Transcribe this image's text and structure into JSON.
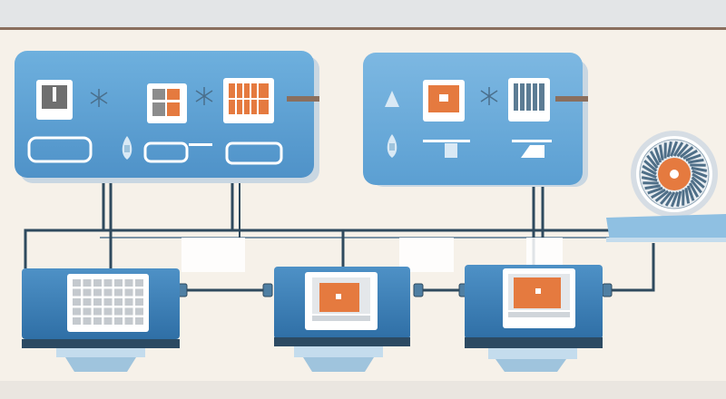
{
  "palette": {
    "background": "#f6f1e9",
    "top_band": "#e3e5e7",
    "rule": "#8a6f5e",
    "panel_blue": "#5b9fd2",
    "panel_light": "#a9cde8",
    "screen_blue": "#3e7fb7",
    "accent_orange": "#e57a3f",
    "cable": "#2f4a5e",
    "stand": "#9fc4dd",
    "white": "#ffffff"
  },
  "control_panels": [
    {
      "id": "panel-left",
      "top_icons": [
        "square-device-icon",
        "cross-arrows-icon",
        "split-card-icon",
        "cross-arrows-icon",
        "orange-grid-card-icon"
      ],
      "bottom_controls": [
        "pill-button",
        "knob-icon",
        "small-pill-button",
        "wide-pill-button"
      ]
    },
    {
      "id": "panel-right",
      "top_icons": [
        "drop-icon",
        "orange-card-icon",
        "cross-arrows-icon",
        "striped-card-icon"
      ],
      "bottom_controls": [
        "knob-icon",
        "tray-slot",
        "tray-slot"
      ]
    }
  ],
  "workstations": [
    {
      "id": "monitor-left",
      "content_icon": "grid-document-icon"
    },
    {
      "id": "monitor-center",
      "content_icon": "orange-document-icon"
    },
    {
      "id": "monitor-right",
      "content_icon": "orange-document-icon"
    }
  ],
  "peripherals": [
    {
      "id": "cooling-fan",
      "icon": "fan-icon"
    },
    {
      "id": "side-shelf",
      "icon": "shelf"
    }
  ]
}
